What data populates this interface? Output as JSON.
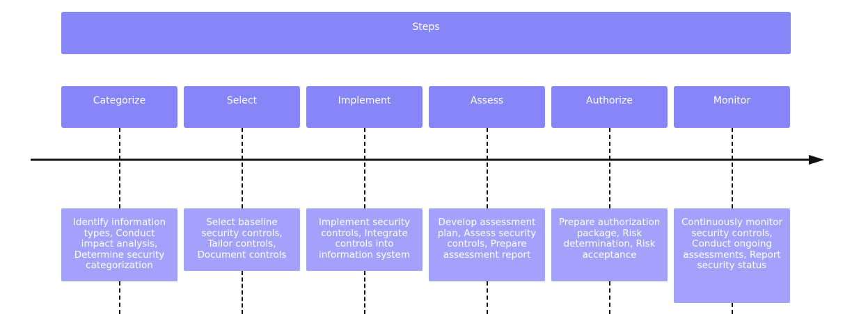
{
  "header": {
    "title": "Steps"
  },
  "steps": [
    {
      "label": "Categorize",
      "description": "Identify information types, Conduct impact analysis, Determine security categorization"
    },
    {
      "label": "Select",
      "description": "Select baseline security controls, Tailor controls, Document controls"
    },
    {
      "label": "Implement",
      "description": "Implement security controls, Integrate controls into information system"
    },
    {
      "label": "Assess",
      "description": "Develop assessment plan, Assess security controls, Prepare assessment report"
    },
    {
      "label": "Authorize",
      "description": "Prepare authorization package, Risk determination, Risk acceptance"
    },
    {
      "label": "Monitor",
      "description": "Continuously monitor security controls, Conduct ongoing assessments, Report security status"
    }
  ],
  "colors": {
    "step_fill": "#8686f9",
    "desc_fill": "#a2a2fa",
    "line": "#111111"
  }
}
